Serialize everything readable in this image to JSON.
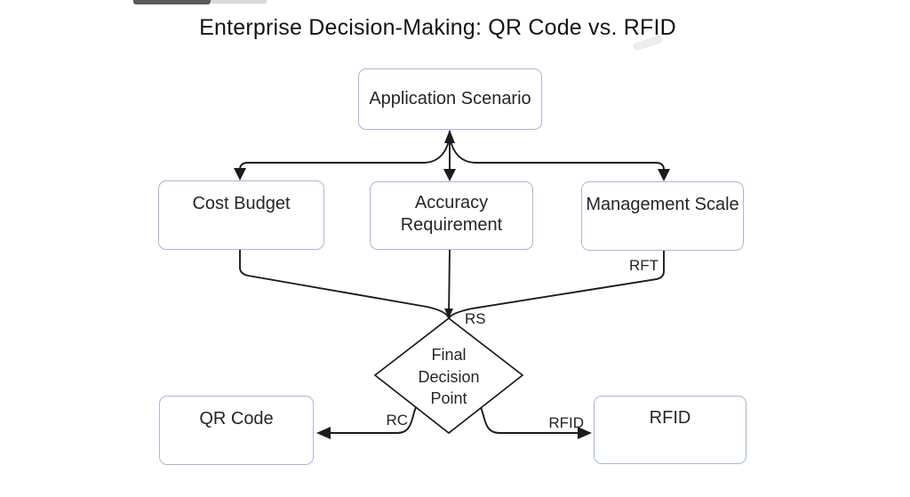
{
  "title": "Enterprise Decision-Making: QR Code vs. RFID",
  "colors": {
    "background": "#ffffff",
    "node_border": "#a6b8d6",
    "edge_line": "#1b1b1b",
    "text": "#262626"
  },
  "nodes": {
    "application_scenario": {
      "label": "Application Scenario",
      "shape": "rounded-rect"
    },
    "cost_budget": {
      "label": "Cost Budget",
      "shape": "rounded-rect"
    },
    "accuracy_requirement": {
      "label": "Accuracy Requirement",
      "shape": "rounded-rect"
    },
    "management_scale": {
      "label": "Management Scale",
      "shape": "rounded-rect"
    },
    "final_decision_point": {
      "label": "Final Decision Point",
      "shape": "diamond"
    },
    "qr_code": {
      "label": "QR Code",
      "shape": "rounded-rect"
    },
    "rfid": {
      "label": "RFID",
      "shape": "rounded-rect"
    }
  },
  "edges": [
    {
      "from": "Application Scenario",
      "to": "Cost Budget",
      "label": ""
    },
    {
      "from": "Application Scenario",
      "to": "Accuracy Requirement",
      "label": ""
    },
    {
      "from": "Application Scenario",
      "to": "Management Scale",
      "label": ""
    },
    {
      "from": "Cost Budget",
      "to": "Final Decision Point",
      "label": ""
    },
    {
      "from": "Accuracy Requirement",
      "to": "Final Decision Point",
      "label": "RS"
    },
    {
      "from": "Management Scale",
      "to": "Final Decision Point",
      "label": "RFT"
    },
    {
      "from": "Final Decision Point",
      "to": "QR Code",
      "label": "RC"
    },
    {
      "from": "Final Decision Point",
      "to": "RFID",
      "label": "RFID"
    }
  ]
}
